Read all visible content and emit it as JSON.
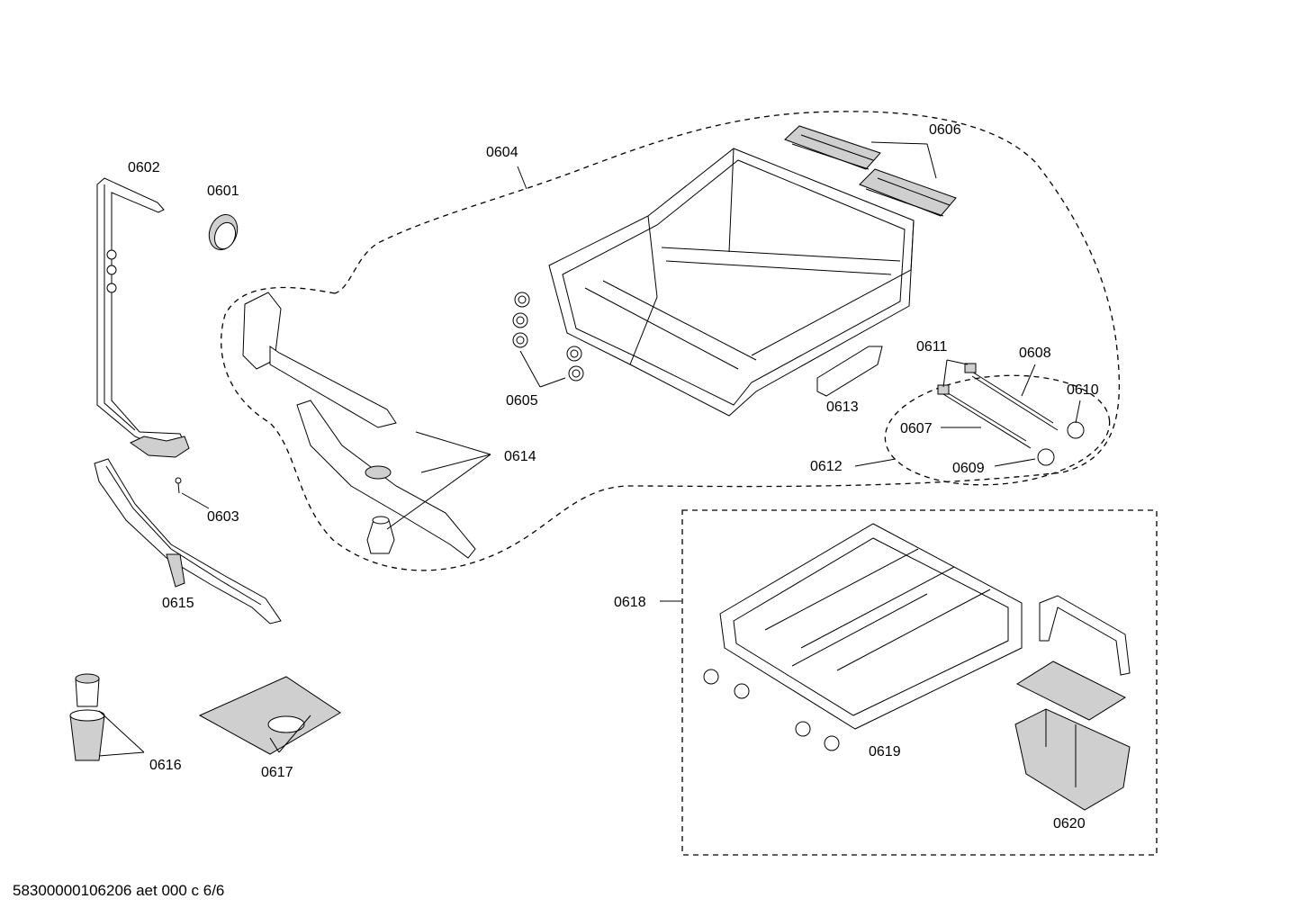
{
  "footer": "58300000106206 aet 000 c 6/6",
  "callouts": {
    "p0601": "0601",
    "p0602": "0602",
    "p0603": "0603",
    "p0604": "0604",
    "p0605": "0605",
    "p0606": "0606",
    "p0607": "0607",
    "p0608": "0608",
    "p0609": "0609",
    "p0610": "0610",
    "p0611": "0611",
    "p0612": "0612",
    "p0613": "0613",
    "p0614": "0614",
    "p0615": "0615",
    "p0616": "0616",
    "p0617": "0617",
    "p0618": "0618",
    "p0619": "0619",
    "p0620": "0620"
  }
}
